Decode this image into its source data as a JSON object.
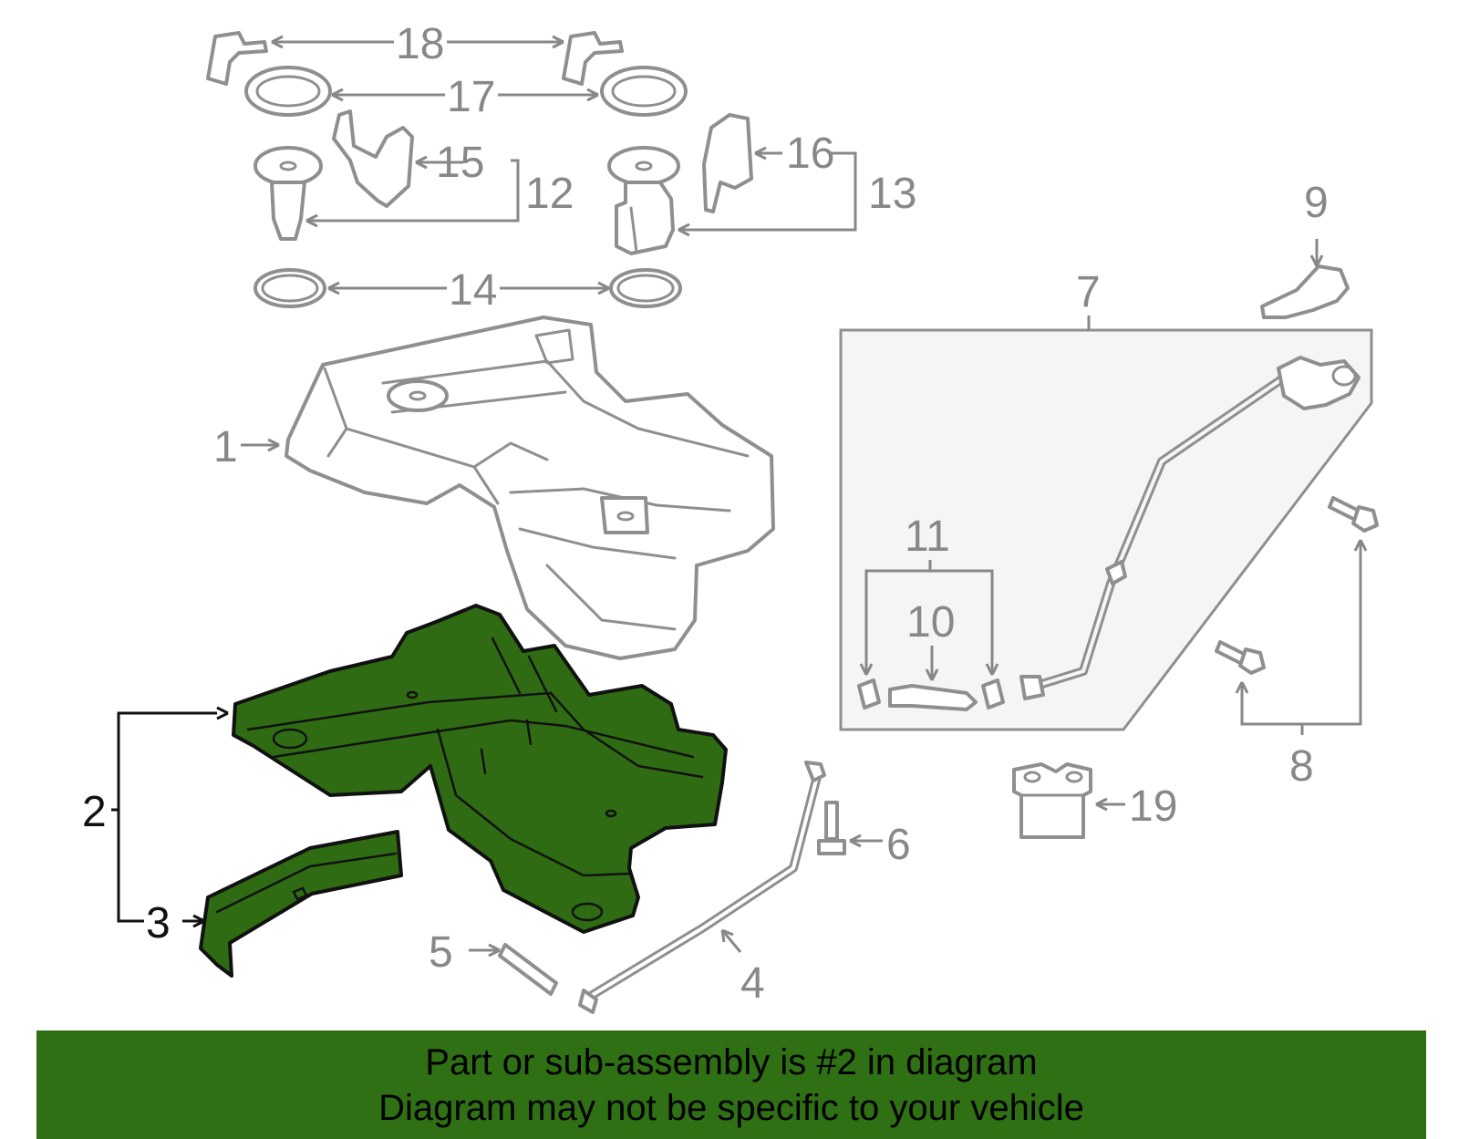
{
  "labels": {
    "l1": "1",
    "l2": "2",
    "l3": "3",
    "l4": "4",
    "l5": "5",
    "l6": "6",
    "l7": "7",
    "l8": "8",
    "l9": "9",
    "l10": "10",
    "l11": "11",
    "l12": "12",
    "l13": "13",
    "l14": "14",
    "l15": "15",
    "l16": "16",
    "l17": "17",
    "l18": "18",
    "l19": "19"
  },
  "highlighted_part": "2",
  "colors": {
    "highlight": "#2f6b12",
    "banner": "#2f7014",
    "parts": "#8f8f8f"
  },
  "banner": {
    "line1": "Part or sub-assembly is #2 in diagram",
    "line2": "Diagram may not be specific to your vehicle"
  }
}
